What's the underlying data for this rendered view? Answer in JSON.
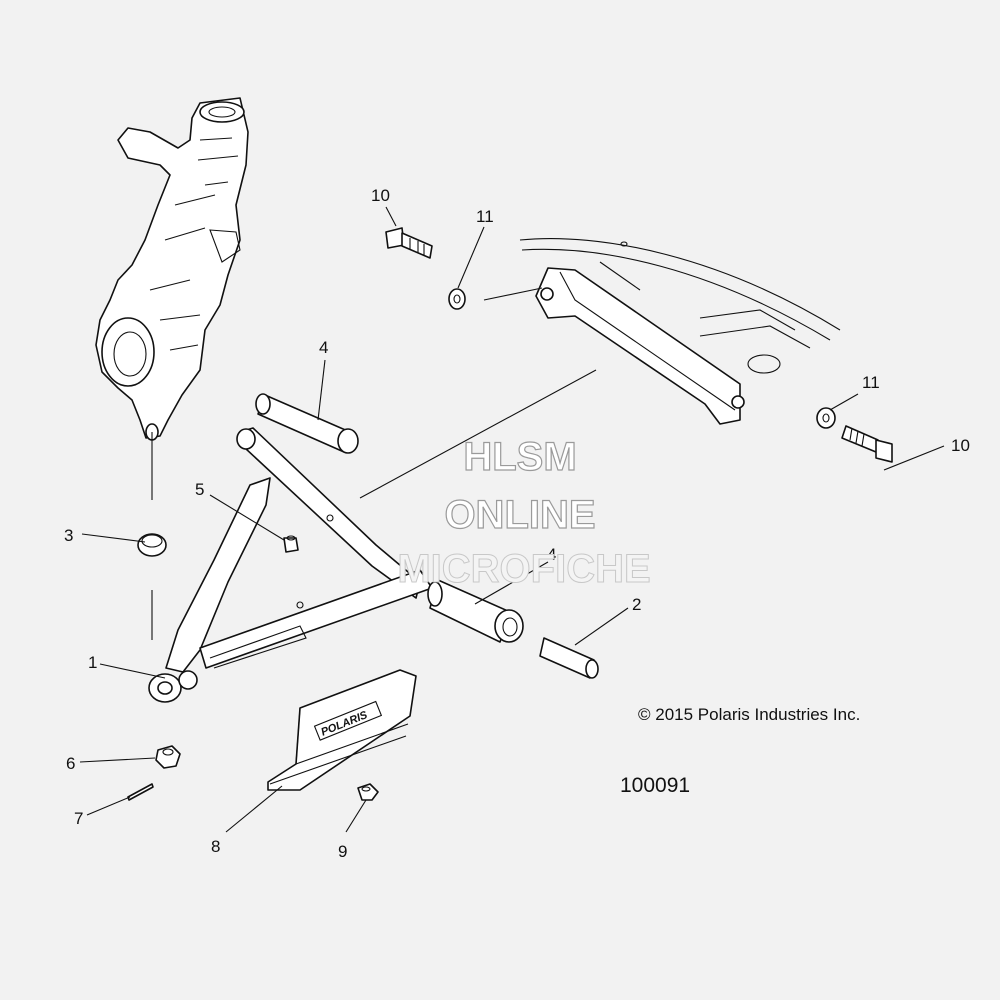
{
  "watermark": {
    "line1": "HLSM",
    "line2": "ONLINE",
    "line3": "MICROFICHE"
  },
  "copyright": "© 2015 Polaris Industries Inc.",
  "figure_number": "100091",
  "skid_plate_logo": "POLARIS",
  "callouts": [
    {
      "id": "c1",
      "label": "1"
    },
    {
      "id": "c2",
      "label": "2"
    },
    {
      "id": "c3",
      "label": "3"
    },
    {
      "id": "c4a",
      "label": "4"
    },
    {
      "id": "c4b",
      "label": "4"
    },
    {
      "id": "c5",
      "label": "5"
    },
    {
      "id": "c6",
      "label": "6"
    },
    {
      "id": "c7",
      "label": "7"
    },
    {
      "id": "c8",
      "label": "8"
    },
    {
      "id": "c9",
      "label": "9"
    },
    {
      "id": "c10a",
      "label": "10"
    },
    {
      "id": "c10b",
      "label": "10"
    },
    {
      "id": "c11a",
      "label": "11"
    },
    {
      "id": "c11b",
      "label": "11"
    }
  ]
}
